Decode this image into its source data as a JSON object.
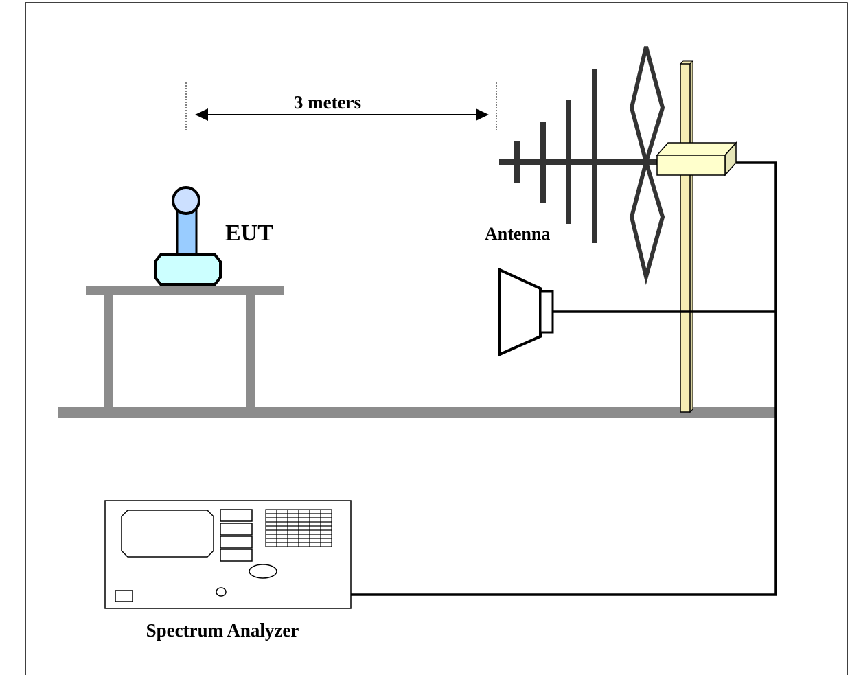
{
  "labels": {
    "distance": "3 meters",
    "eut": "EUT",
    "antenna": "Antenna",
    "analyzer": "Spectrum Analyzer"
  },
  "colors": {
    "table_gray": "#8c8c8c",
    "mast_fill": "#f5eeb4",
    "mount_fill": "#ffffcc",
    "eut_base_fill": "#ccffff",
    "eut_stem_fill": "#99ccff",
    "eut_head_fill": "#cce0ff",
    "antenna_dark": "#333333",
    "cable": "#000000"
  }
}
